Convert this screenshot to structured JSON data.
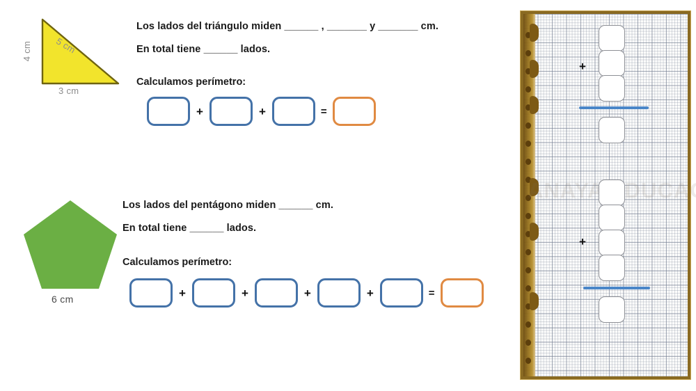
{
  "worksheet": {
    "triangle_section": {
      "figure_name": "right-triangle",
      "fill_color": "#f2e42c",
      "stroke_color": "#6f6410",
      "labels": {
        "side_a": "4 cm",
        "side_hyp": "5 cm",
        "side_b": "3 cm"
      },
      "question_1": "Los lados del triángulo miden ______ , _______ y _______ cm.",
      "question_2": "En total tiene ______ lados.",
      "calc_title": "Calculamos perímetro:",
      "equation": {
        "operand_boxes": 3,
        "operators": [
          "+",
          "+"
        ],
        "equals": "=",
        "result_boxes": 1,
        "box_value": "",
        "result_value": ""
      }
    },
    "pentagon_section": {
      "figure_name": "regular-pentagon",
      "fill_color": "#6baf44",
      "labels": {
        "side": "6 cm"
      },
      "question_1": "Los lados del pentágono miden ______ cm.",
      "question_2": "En total tiene ______ lados.",
      "calc_title": "Calculamos perímetro:",
      "equation": {
        "operand_boxes": 5,
        "operators": [
          "+",
          "+",
          "+",
          "+"
        ],
        "equals": "=",
        "result_boxes": 1,
        "box_value": "",
        "result_value": ""
      }
    },
    "colors": {
      "operand_border": "#4472a8",
      "result_border": "#e08a42",
      "text": "#1a1a1a",
      "dim_text": "#8d8d8d"
    }
  },
  "notebook": {
    "frame_color": "#8a6a22",
    "paper_color": "#fdfdfc",
    "watermark": "ANAYA EDUCACION",
    "groups": [
      {
        "name": "upper-sum",
        "plus": "+",
        "addend_boxes": 3,
        "addend_values": [
          "",
          "",
          ""
        ],
        "rule_color": "#4a86c8",
        "result_boxes": 1,
        "result_values": [
          ""
        ]
      },
      {
        "name": "lower-sum",
        "plus": "+",
        "addend_boxes": 4,
        "addend_values": [
          "",
          "",
          "",
          ""
        ],
        "rule_color": "#4a86c8",
        "result_boxes": 1,
        "result_values": [
          ""
        ]
      }
    ]
  }
}
